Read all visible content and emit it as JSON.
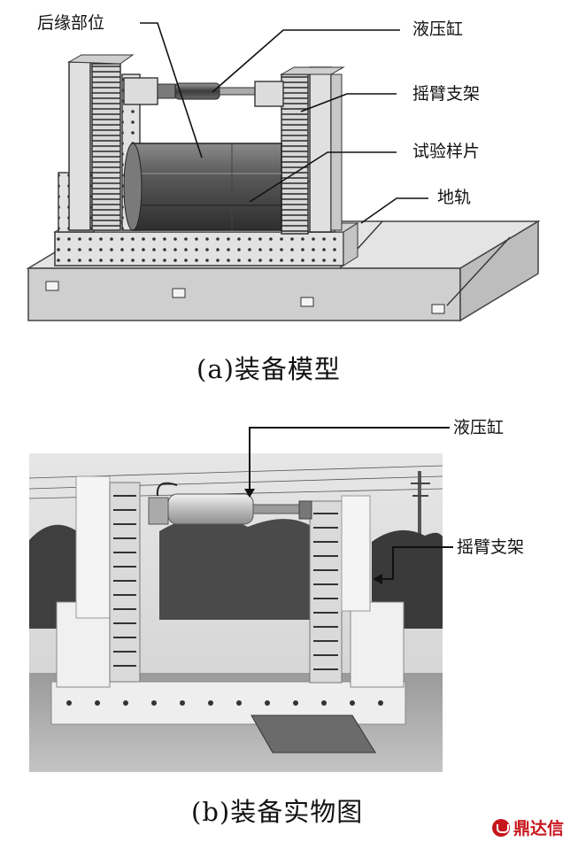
{
  "panel_a": {
    "caption": "(a)装备模型",
    "labels": {
      "trailing_edge": "后缘部位",
      "cylinder": "液压缸",
      "rocker": "摇臂支架",
      "specimen": "试验样片",
      "rail": "地轨"
    }
  },
  "panel_b": {
    "caption": "(b)装备实物图",
    "labels": {
      "cylinder": "液压缸",
      "rocker": "摇臂支架"
    }
  },
  "watermark": "鼎达信"
}
